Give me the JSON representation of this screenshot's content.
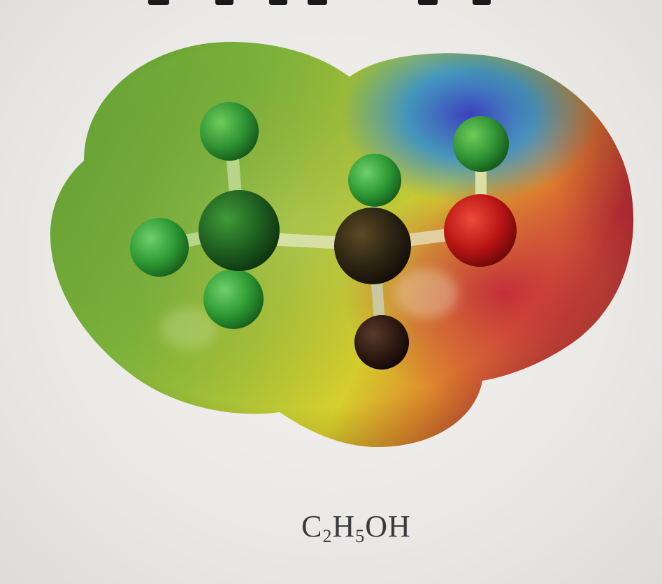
{
  "caption": {
    "formula_parts": [
      {
        "text": "C",
        "sub": false
      },
      {
        "text": "2",
        "sub": true
      },
      {
        "text": "H",
        "sub": false
      },
      {
        "text": "5",
        "sub": true
      },
      {
        "text": "OH",
        "sub": false
      }
    ]
  },
  "colors": {
    "surface_green": "#6fae3a",
    "surface_yellow": "#d9d22a",
    "surface_red": "#c8323a",
    "surface_blue": "#3a52c8",
    "atom_hydrogen": "#3fa83a",
    "atom_carbon": "#1f5a1f",
    "atom_carbon_dark": "#2e1d14",
    "atom_oxygen": "#c81818",
    "atom_hydrogen_dark": "#2e1d14"
  }
}
